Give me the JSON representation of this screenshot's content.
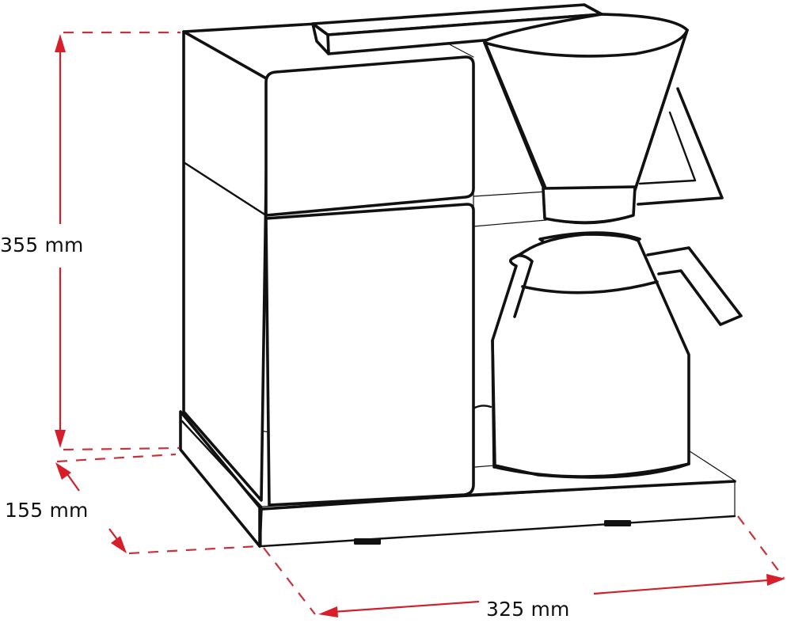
{
  "figure": {
    "subject": "Coffee maker line drawing with dimensions",
    "colors": {
      "outline": "#111111",
      "dimension": "#d0202c",
      "background": "#ffffff"
    }
  },
  "dimensions": {
    "height": {
      "label": "355 mm",
      "value": 355,
      "unit": "mm"
    },
    "depth": {
      "label": "155 mm",
      "value": 155,
      "unit": "mm"
    },
    "width": {
      "label": "325 mm",
      "value": 325,
      "unit": "mm"
    }
  },
  "parts": {
    "body": "machine-body",
    "water_tank": "water-tank",
    "filter_holder": "filter-cone",
    "carafe": "thermal-carafe",
    "carafe_handle": "carafe-handle",
    "base_plate": "base-plate",
    "top_handle": "top-handle-bar"
  }
}
